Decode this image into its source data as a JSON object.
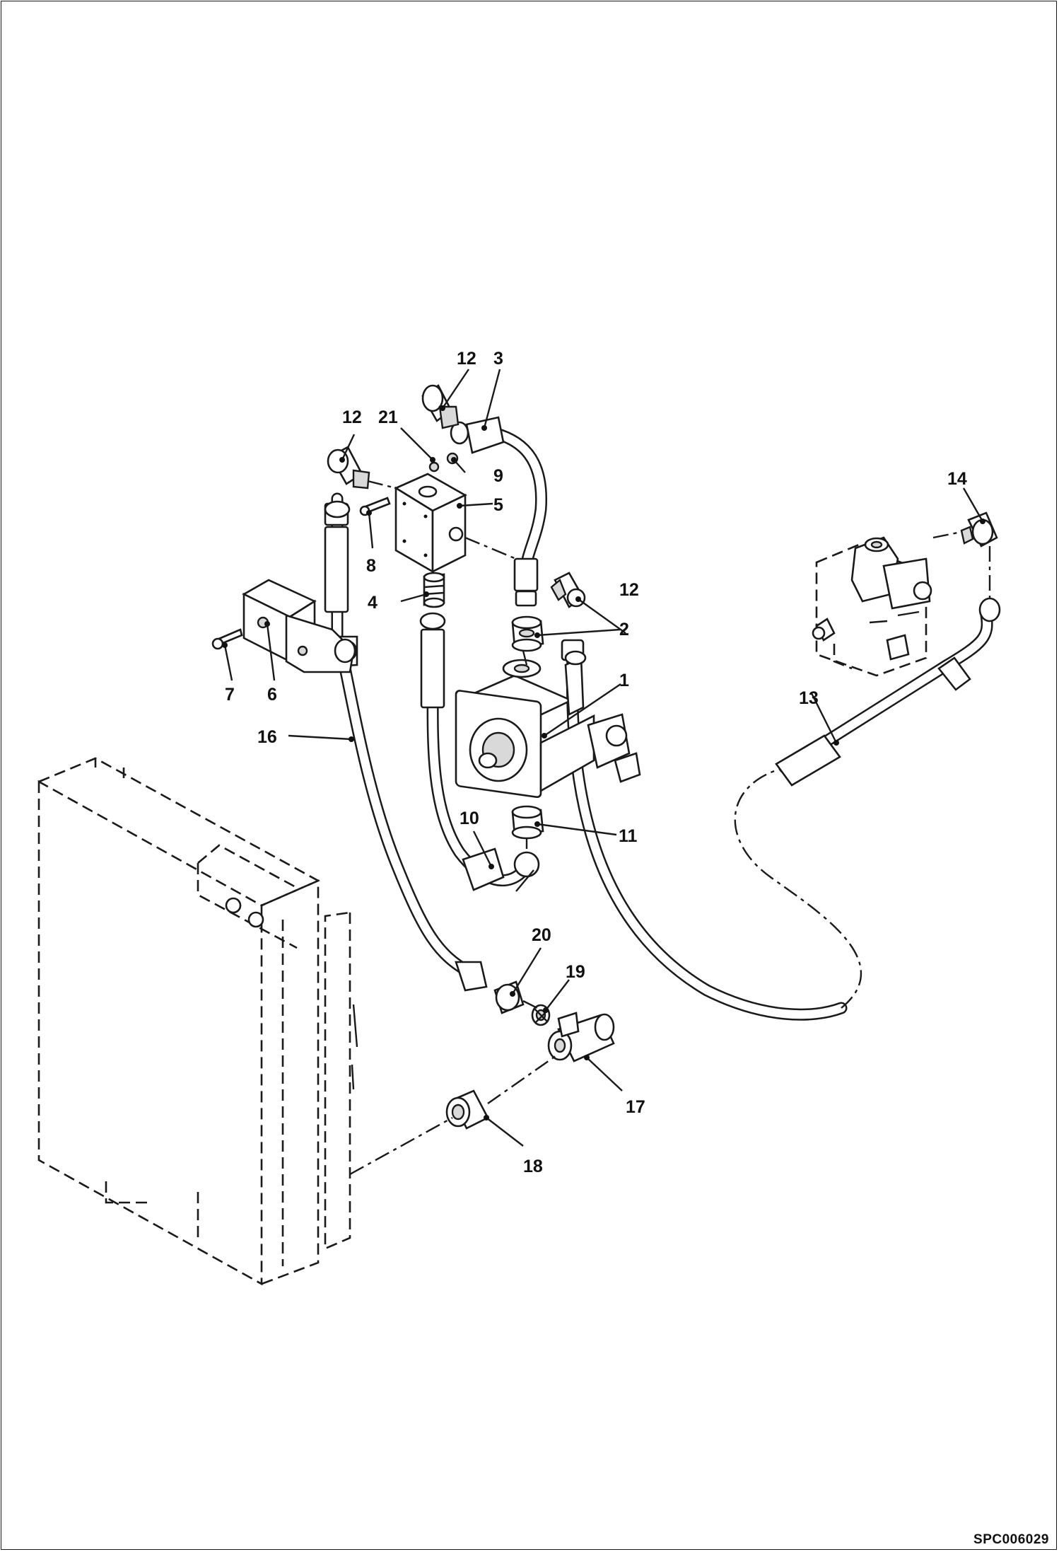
{
  "diagram": {
    "reference_code": "SPC006029",
    "callouts": [
      {
        "label": "1"
      },
      {
        "label": "2"
      },
      {
        "label": "3"
      },
      {
        "label": "4"
      },
      {
        "label": "5"
      },
      {
        "label": "6"
      },
      {
        "label": "7"
      },
      {
        "label": "8"
      },
      {
        "label": "9"
      },
      {
        "label": "10"
      },
      {
        "label": "11"
      },
      {
        "label": "12"
      },
      {
        "label": "12"
      },
      {
        "label": "12"
      },
      {
        "label": "13"
      },
      {
        "label": "14"
      },
      {
        "label": "16"
      },
      {
        "label": "17"
      },
      {
        "label": "18"
      },
      {
        "label": "19"
      },
      {
        "label": "20"
      },
      {
        "label": "21"
      }
    ],
    "colors": {
      "line": "#1a1a1a",
      "background": "#ffffff"
    }
  }
}
